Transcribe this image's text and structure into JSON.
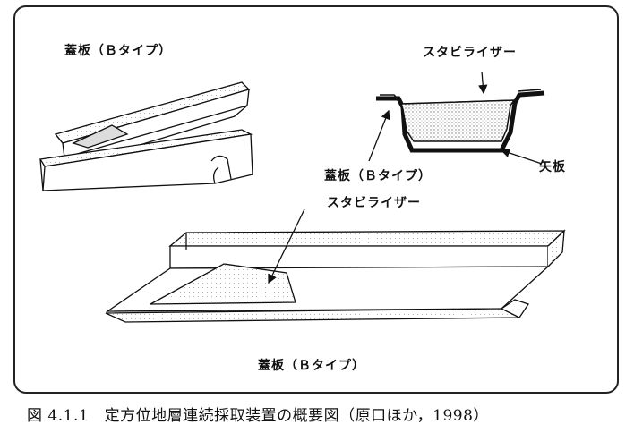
{
  "labels": {
    "top_left_title": "蓋板（Ｂタイプ）",
    "stabilizer_top": "スタビライザー",
    "cover_cross_section": "蓋板（Ｂタイプ）",
    "yaita": "矢板",
    "stabilizer_bottom": "スタビライザー",
    "bottom_title": "蓋板（Ｂタイプ）"
  },
  "caption": "図 4.1.1　定方位地層連続採取装置の概要図（原口ほか，1998）"
}
